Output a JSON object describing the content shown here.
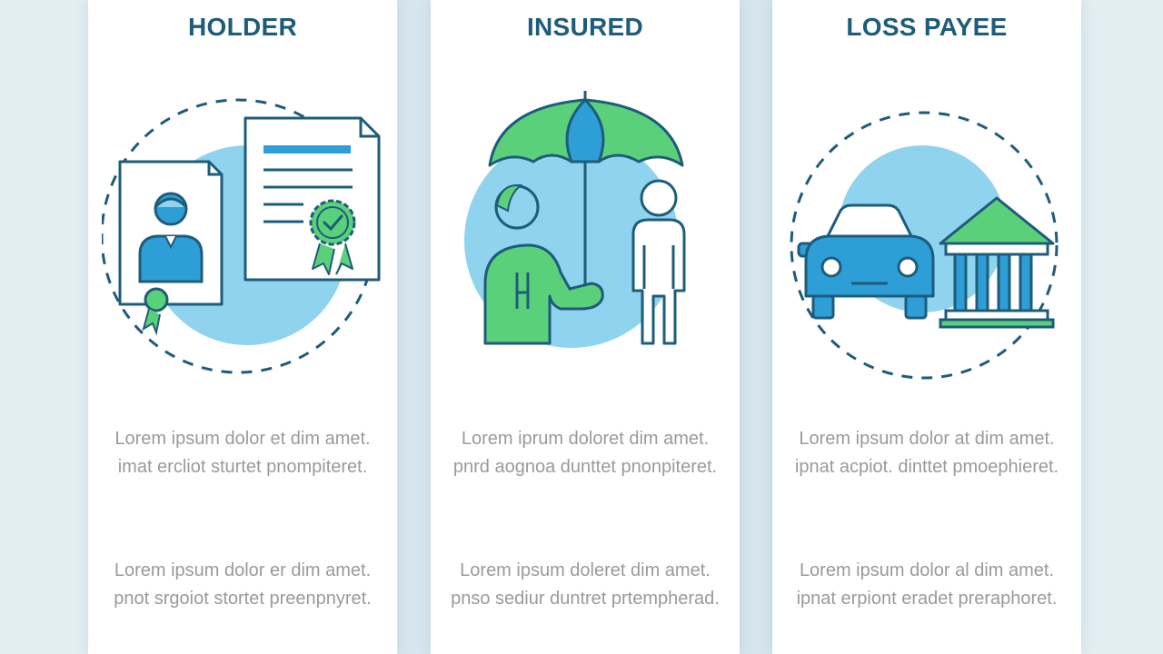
{
  "cards": [
    {
      "title": "HOLDER",
      "icon": "policy-holder-documents-icon",
      "paragraphs": [
        "Lorem ipsum dolor et dim amet. imat ercliot sturtet pnompiteret.",
        "Lorem ipsum dolor er dim amet. pnot srgoiot stortet preenpnyret."
      ]
    },
    {
      "title": "INSURED",
      "icon": "insured-person-umbrella-icon",
      "paragraphs": [
        "Lorem iprum doloret dim amet. pnrd aognoa dunttet pnonpiteret.",
        "Lorem ipsum doleret dim amet. pnso sediur duntret prtempherad."
      ]
    },
    {
      "title": "LOSS PAYEE",
      "icon": "car-bank-icon",
      "paragraphs": [
        "Lorem ipsum dolor at dim amet. ipnat acpiot. dinttet pmoephieret.",
        "Lorem ipsum dolor al dim amet. ipnat erpiont eradet preraphoret."
      ]
    }
  ],
  "colors": {
    "title": "#1d5c7a",
    "outline": "#1d5c7a",
    "blue": "#2e9ed6",
    "light_blue": "#8fd3ee",
    "green": "#5bd07a",
    "body_text": "#9a9a9a"
  }
}
